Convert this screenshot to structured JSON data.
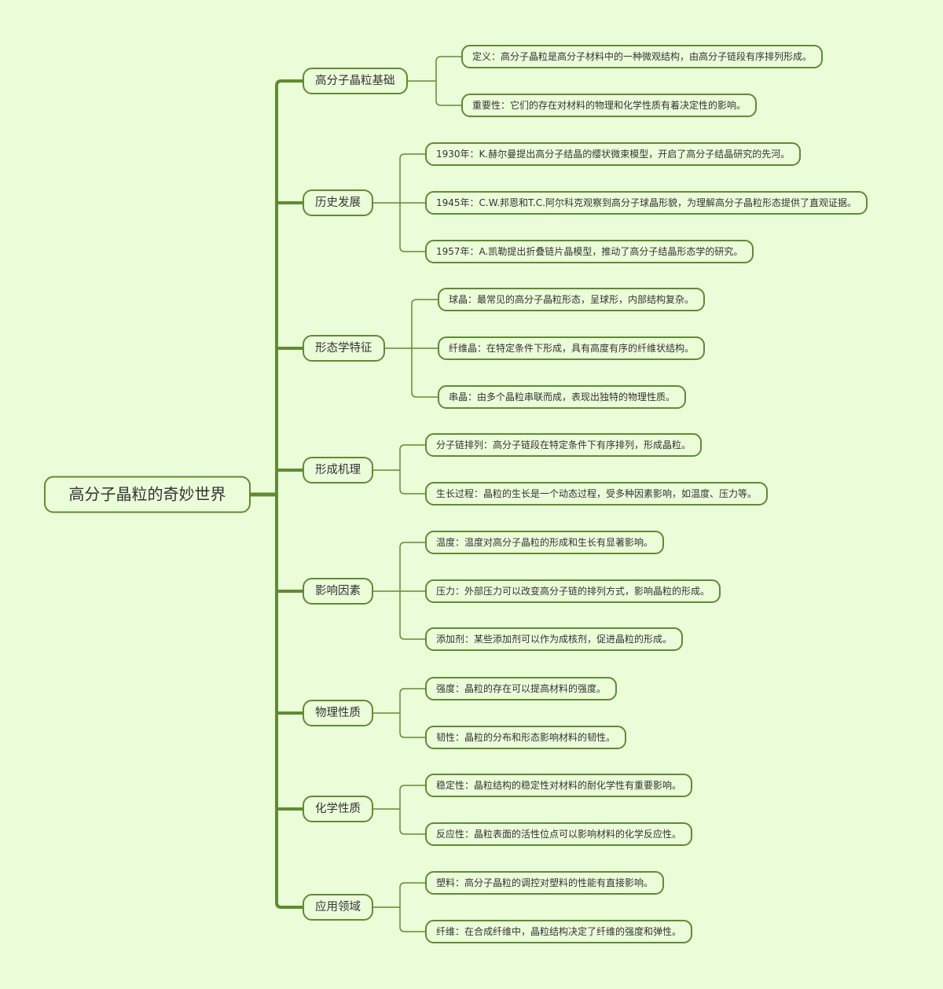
{
  "colors": {
    "background": "#ebfcd9",
    "line": "#5f8b33",
    "text": "#333333"
  },
  "root": "高分子晶粒的奇妙世界",
  "branches": [
    {
      "title": "高分子晶粒基础",
      "items": [
        "定义：高分子晶粒是高分子材料中的一种微观结构，由高分子链段有序排列形成。",
        "重要性：它们的存在对材料的物理和化学性质有着决定性的影响。"
      ]
    },
    {
      "title": "历史发展",
      "items": [
        "1930年：K.赫尔曼提出高分子结晶的缨状微束模型，开启了高分子结晶研究的先河。",
        "1945年：C.W.邦恩和T.C.阿尔科克观察到高分子球晶形貌，为理解高分子晶粒形态提供了直观证据。",
        "1957年：A.凯勒提出折叠链片晶模型，推动了高分子结晶形态学的研究。"
      ]
    },
    {
      "title": "形态学特征",
      "items": [
        "球晶：最常见的高分子晶粒形态，呈球形，内部结构复杂。",
        "纤维晶：在特定条件下形成，具有高度有序的纤维状结构。",
        "串晶：由多个晶粒串联而成，表现出独特的物理性质。"
      ]
    },
    {
      "title": "形成机理",
      "items": [
        "分子链排列：高分子链段在特定条件下有序排列，形成晶粒。",
        "生长过程：晶粒的生长是一个动态过程，受多种因素影响，如温度、压力等。"
      ]
    },
    {
      "title": "影响因素",
      "items": [
        "温度：温度对高分子晶粒的形成和生长有显著影响。",
        "压力：外部压力可以改变高分子链的排列方式，影响晶粒的形成。",
        "添加剂：某些添加剂可以作为成核剂，促进晶粒的形成。"
      ]
    },
    {
      "title": "物理性质",
      "items": [
        "强度：晶粒的存在可以提高材料的强度。",
        "韧性：晶粒的分布和形态影响材料的韧性。"
      ]
    },
    {
      "title": "化学性质",
      "items": [
        "稳定性：晶粒结构的稳定性对材料的耐化学性有重要影响。",
        "反应性：晶粒表面的活性位点可以影响材料的化学反应性。"
      ]
    },
    {
      "title": "应用领域",
      "items": [
        "塑料：高分子晶粒的调控对塑料的性能有直接影响。",
        "纤维：在合成纤维中，晶粒结构决定了纤维的强度和弹性。"
      ]
    }
  ]
}
